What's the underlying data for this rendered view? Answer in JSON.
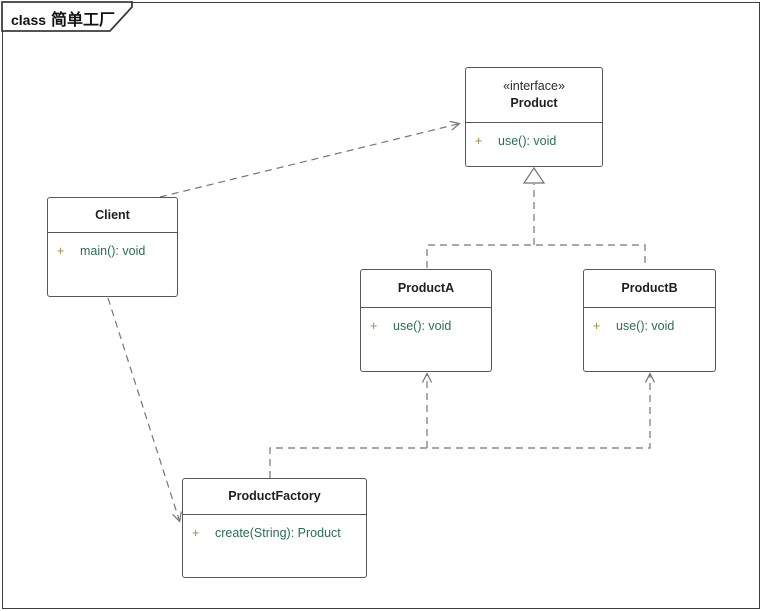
{
  "frame": {
    "keyword": "class",
    "title": "简单工厂"
  },
  "colors": {
    "frame_border": "#3d3d3d",
    "class_border": "#565656",
    "edge_line": "#757575",
    "class_name_text": "#1f1f1f",
    "method_text": "#2a6e54",
    "visibility_text": "#a08a35",
    "background": "#ffffff"
  },
  "classes": [
    {
      "name": "Client",
      "methods": [
        {
          "visibility": "+",
          "signature": "main(): void"
        }
      ]
    },
    {
      "stereotype": "«interface»",
      "name": "Product",
      "methods": [
        {
          "visibility": "+",
          "signature": "use(): void"
        }
      ]
    },
    {
      "name": "ProductA",
      "methods": [
        {
          "visibility": "+",
          "signature": "use(): void"
        }
      ]
    },
    {
      "name": "ProductB",
      "methods": [
        {
          "visibility": "+",
          "signature": "use(): void"
        }
      ]
    },
    {
      "name": "ProductFactory",
      "methods": [
        {
          "visibility": "+",
          "signature": "create(String): Product"
        }
      ]
    }
  ],
  "relations": [
    {
      "from": "Client",
      "to": "Product",
      "type": "dependency",
      "line": "dashed",
      "arrowhead": "open"
    },
    {
      "from": "Client",
      "to": "ProductFactory",
      "type": "dependency",
      "line": "dashed",
      "arrowhead": "open"
    },
    {
      "from": "ProductA",
      "to": "Product",
      "type": "realization",
      "line": "dashed",
      "arrowhead": "hollow-triangle"
    },
    {
      "from": "ProductB",
      "to": "Product",
      "type": "realization",
      "line": "dashed",
      "arrowhead": "hollow-triangle"
    },
    {
      "from": "ProductFactory",
      "to": "ProductA",
      "type": "dependency",
      "line": "dashed",
      "arrowhead": "open"
    },
    {
      "from": "ProductFactory",
      "to": "ProductB",
      "type": "dependency",
      "line": "dashed",
      "arrowhead": "open"
    }
  ]
}
